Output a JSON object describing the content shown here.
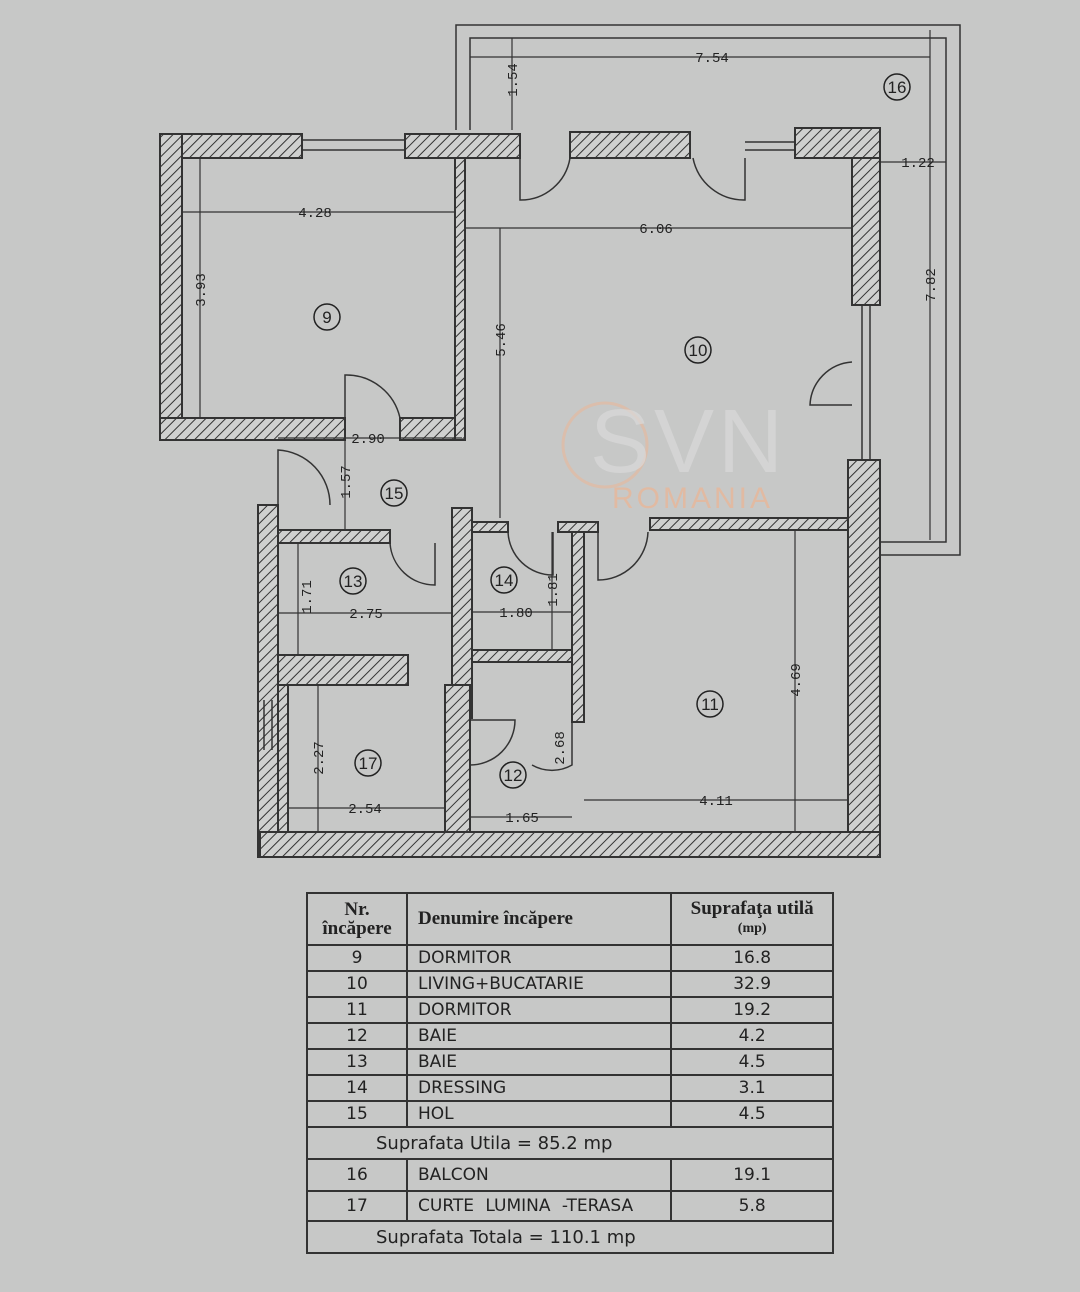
{
  "rooms": [
    {
      "nr": "9",
      "name": "DORMITOR",
      "area": "16.8"
    },
    {
      "nr": "10",
      "name": "LIVING+BUCATARIE",
      "area": "32.9"
    },
    {
      "nr": "11",
      "name": "DORMITOR",
      "area": "19.2"
    },
    {
      "nr": "12",
      "name": "BAIE",
      "area": "4.2"
    },
    {
      "nr": "13",
      "name": "BAIE",
      "area": "4.5"
    },
    {
      "nr": "14",
      "name": "DRESSING",
      "area": "3.1"
    },
    {
      "nr": "15",
      "name": "HOL",
      "area": "4.5"
    },
    {
      "nr": "16",
      "name": "BALCON",
      "area": "19.1"
    },
    {
      "nr": "17",
      "name": "CURTE LUMINA -TERASA",
      "area": "5.8"
    }
  ],
  "table": {
    "col_nr_line1": "Nr.",
    "col_nr_line2": "încăpere",
    "col_name": "Denumire încăpere",
    "col_area": "Suprafaţa utilă",
    "col_area_unit": "(mp)",
    "useful_total": "Suprafata Utila = 85.2 mp",
    "grand_total": "Suprafata Totala = 110.1 mp"
  },
  "dimensions": {
    "d754": "7.54",
    "d154": "1.54",
    "d122": "1.22",
    "d782": "7.82",
    "d428": "4.28",
    "d393": "3.93",
    "d606": "6.06",
    "d546": "5.46",
    "d290": "2.90",
    "d157": "1.57",
    "d171": "1.71",
    "d275": "2.75",
    "d180": "1.80",
    "d181": "1.81",
    "d469": "4.69",
    "d227": "2.27",
    "d254": "2.54",
    "d165": "1.65",
    "d268": "2.68",
    "d411": "4.11"
  },
  "watermark": {
    "brand": "SVN",
    "country": "ROMANIA"
  }
}
